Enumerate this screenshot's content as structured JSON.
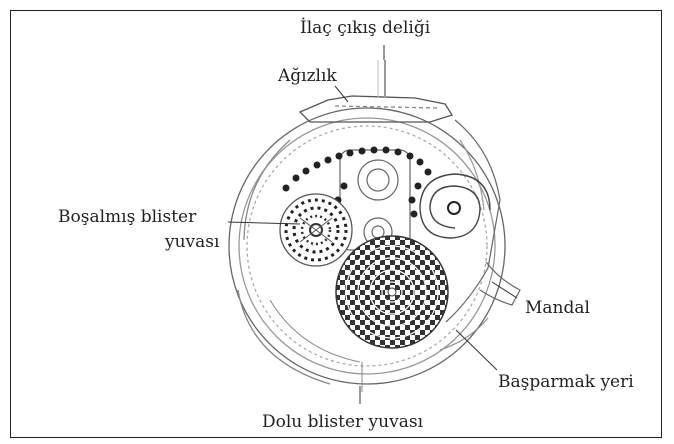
{
  "labels": {
    "outlet": "İlaç çıkış deliği",
    "mouthpiece": "Ağızlık",
    "empty_line1": "Boşalmış blister",
    "empty_line2": "yuvası",
    "lever": "Mandal",
    "thumb": "Başparmak yeri",
    "full": "Dolu blister yuvası"
  },
  "colors": {
    "line": "#555555",
    "text": "#222222",
    "frame": "#222222"
  }
}
